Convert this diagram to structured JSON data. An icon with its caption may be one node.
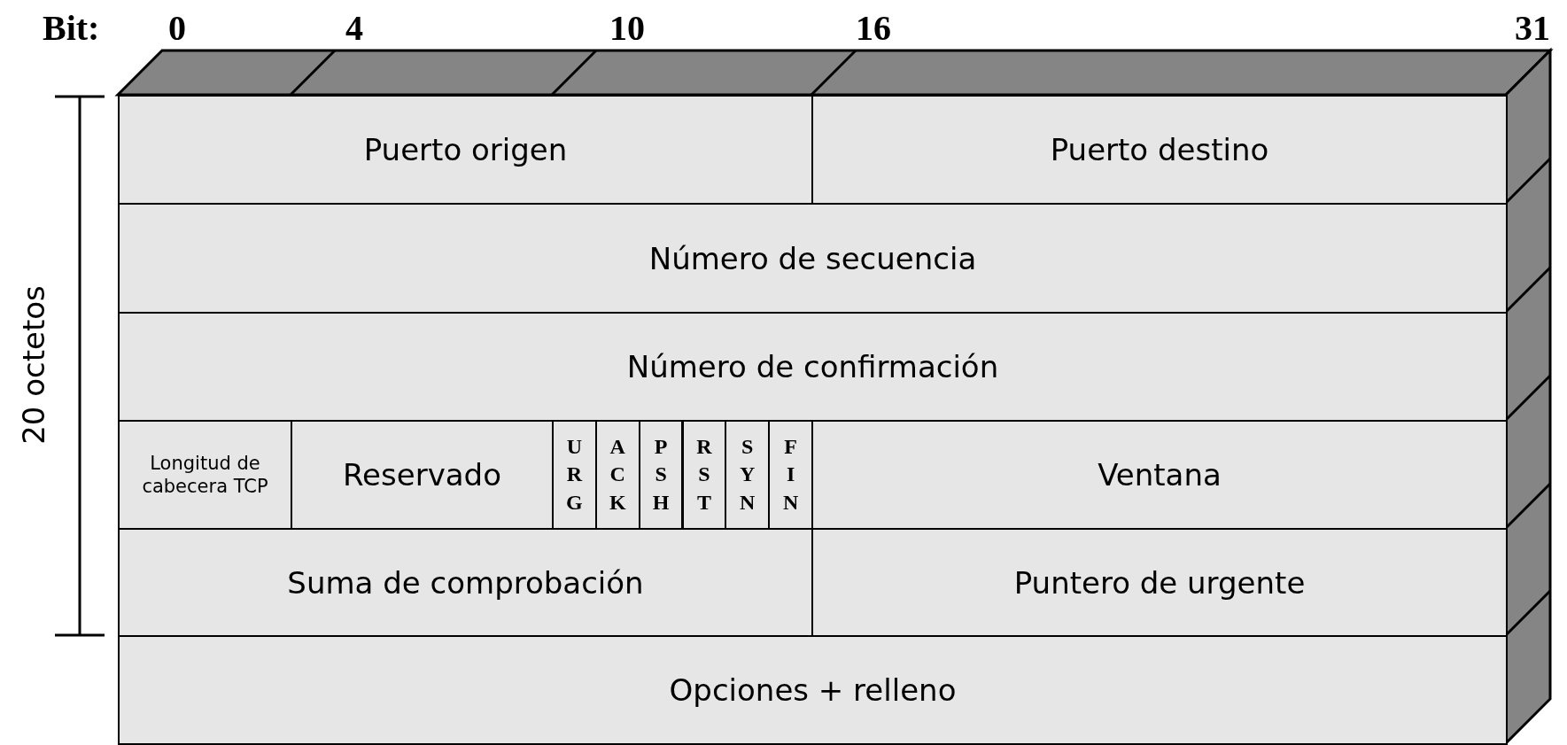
{
  "diagram": {
    "nodes": [
      {
        "text": [
          "Puerto origen"
        ]
      },
      {
        "text": [
          "Puerto destino"
        ]
      },
      {
        "text": [
          "Número de secuencia"
        ]
      },
      {
        "text": [
          "Número de confirmación"
        ]
      },
      {
        "text": [
          "Longitud de cabecera TCP"
        ]
      },
      {
        "text": [
          "Reservado"
        ]
      },
      {
        "text": [
          "URG"
        ]
      },
      {
        "text": [
          "ACK"
        ]
      },
      {
        "text": [
          "PSH"
        ]
      },
      {
        "text": [
          "RST"
        ]
      },
      {
        "text": [
          "SYN"
        ]
      },
      {
        "text": [
          "FIN"
        ]
      },
      {
        "text": [
          "Ventana"
        ]
      },
      {
        "text": [
          "Suma de comprobación"
        ]
      },
      {
        "text": [
          "Puntero de urgente"
        ]
      },
      {
        "text": [
          "Opciones + relleno"
        ]
      }
    ],
    "edges": [],
    "labels": [
      "Bit:",
      "0",
      "4",
      "10",
      "16",
      "31",
      "20 octetos"
    ]
  }
}
